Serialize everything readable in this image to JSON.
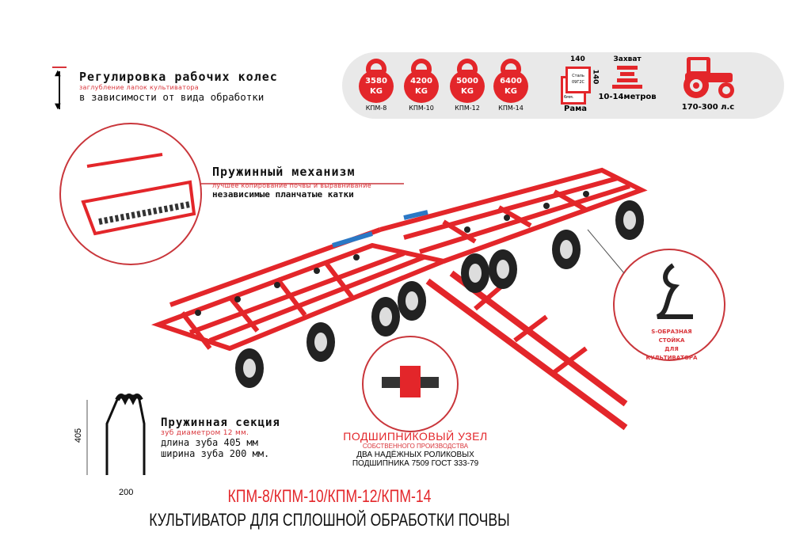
{
  "specs": {
    "weights": [
      {
        "value": "3580",
        "unit": "KG",
        "model": "КПМ-8"
      },
      {
        "value": "4200",
        "unit": "KG",
        "model": "КПМ-10"
      },
      {
        "value": "5000",
        "unit": "KG",
        "model": "КПМ-12"
      },
      {
        "value": "6400",
        "unit": "KG",
        "model": "КПМ-14"
      }
    ],
    "frame": {
      "top": "140",
      "side": "140",
      "material": "Сталь 09Г2С",
      "thickness": "6мм.",
      "label": "Рама"
    },
    "width": {
      "title": "Захват",
      "value": "10-14метров"
    },
    "power": {
      "value": "170-300",
      "unit": "л.с"
    }
  },
  "wheels_adjust": {
    "title": "Регулировка рабочих колес",
    "sub": "заглубление лапок культиватора",
    "line": "в зависимости от вида обработки"
  },
  "spring_mech": {
    "title": "Пружинный механизм",
    "sub": "лучшее копирование почвы и выравнивание",
    "line": "независимые планчатые катки"
  },
  "s_tine": {
    "line1": "S-ОБРАЗНАЯ СТОЙКА",
    "line2": "ДЛЯ КУЛЬТИВАТОРА"
  },
  "bearing": {
    "title": "ПОДШИПНИКОВЫЙ УЗЕЛ",
    "sub": "СОБСТВЕННОГО ПРОИЗВОДСТВА",
    "line1": "ДВА НАДЁЖНЫХ РОЛИКОВЫХ",
    "line2": "ПОДШИПНИКА 7509 ГОСТ 333-79"
  },
  "spring_section": {
    "title": "Пружинная секция",
    "sub": "зуб диаметром 12 мм.",
    "line1": "длина зуба 405 мм",
    "line2": "ширина зуба 200 мм.",
    "dim_height": "405",
    "dim_width": "200"
  },
  "footer": {
    "models": "КПМ-8/КПМ-10/КПМ-12/КПМ-14",
    "subtitle": "КУЛЬТИВАТОР ДЛЯ СПЛОШНОЙ ОБРАБОТКИ ПОЧВЫ"
  },
  "colors": {
    "accent": "#e3262a",
    "text": "#111111",
    "bar": "#e9e9e9"
  }
}
